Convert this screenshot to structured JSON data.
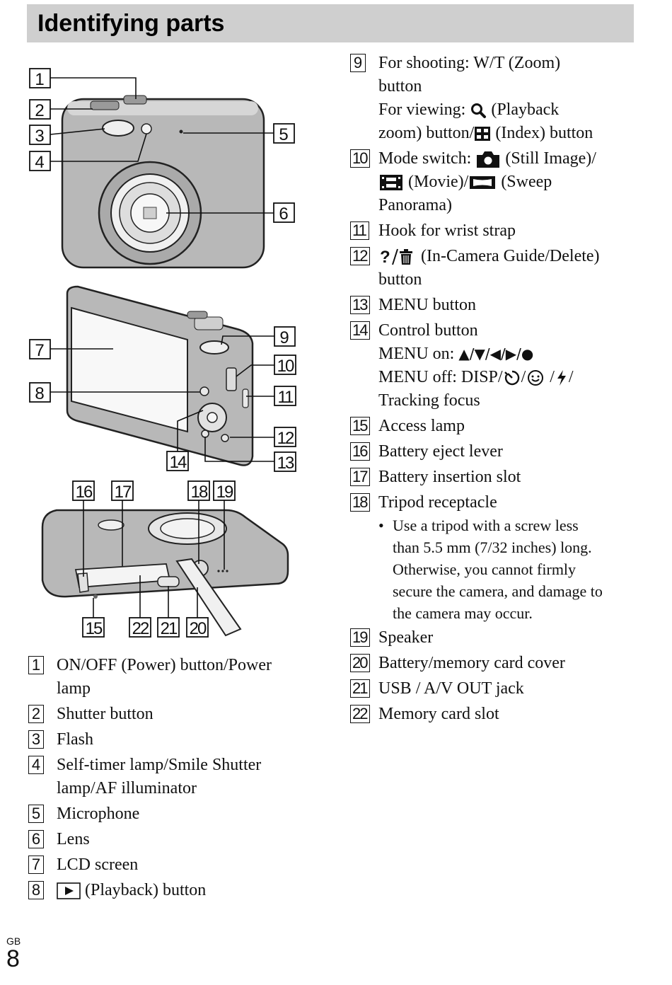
{
  "page": {
    "title": "Identifying parts",
    "region": "GB",
    "number": "8"
  },
  "figure": {
    "callouts": [
      "1",
      "2",
      "3",
      "4",
      "5",
      "6",
      "7",
      "8",
      "9",
      "10",
      "11",
      "12",
      "13",
      "14",
      "15",
      "16",
      "17",
      "18",
      "19",
      "20",
      "21",
      "22"
    ]
  },
  "left_list": [
    {
      "num": "1",
      "lines": [
        "ON/OFF (Power) button/Power",
        "lamp"
      ]
    },
    {
      "num": "2",
      "lines": [
        "Shutter button"
      ]
    },
    {
      "num": "3",
      "lines": [
        "Flash"
      ]
    },
    {
      "num": "4",
      "lines": [
        "Self-timer lamp/Smile Shutter",
        "lamp/AF illuminator"
      ]
    },
    {
      "num": "5",
      "lines": [
        "Microphone"
      ]
    },
    {
      "num": "6",
      "lines": [
        "Lens"
      ]
    },
    {
      "num": "7",
      "lines": [
        "LCD screen"
      ]
    },
    {
      "num": "8",
      "text": "(Playback) button"
    }
  ],
  "right_list": {
    "i9": {
      "num": "9",
      "l1": "For shooting: W/T (Zoom)",
      "l2": "button",
      "l3a": "For viewing:",
      "l3b": "(Playback",
      "l4a": "zoom) button/",
      "l4b": "(Index) button"
    },
    "i10": {
      "num": "10",
      "l1a": "Mode switch:",
      "l1b": "(Still Image)/",
      "l2a": "(Movie)/",
      "l2b": "(Sweep",
      "l3": "Panorama)"
    },
    "i11": {
      "num": "11",
      "text": "Hook for wrist strap"
    },
    "i12": {
      "num": "12",
      "l1": "(In-Camera Guide/Delete)",
      "l2": "button"
    },
    "i13": {
      "num": "13",
      "text": "MENU button"
    },
    "i14": {
      "num": "14",
      "l1": "Control button",
      "l2a": "MENU on: ",
      "l2b": "▲/▼/◀/▶/●",
      "l3a": "MENU off: DISP/",
      "l4": "Tracking focus"
    },
    "i15": {
      "num": "15",
      "text": "Access lamp"
    },
    "i16": {
      "num": "16",
      "text": "Battery eject lever"
    },
    "i17": {
      "num": "17",
      "text": "Battery insertion slot"
    },
    "i18": {
      "num": "18",
      "text": "Tripod receptacle",
      "bullet": [
        "Use a tripod with a screw less",
        "than 5.5 mm (7/32 inches) long.",
        "Otherwise, you cannot firmly",
        "secure the camera, and damage to",
        "the camera may occur."
      ]
    },
    "i19": {
      "num": "19",
      "text": "Speaker"
    },
    "i20": {
      "num": "20",
      "text": "Battery/memory card cover"
    },
    "i21": {
      "num": "21",
      "text": "USB / A/V OUT jack"
    },
    "i22": {
      "num": "22",
      "text": "Memory card slot"
    }
  }
}
